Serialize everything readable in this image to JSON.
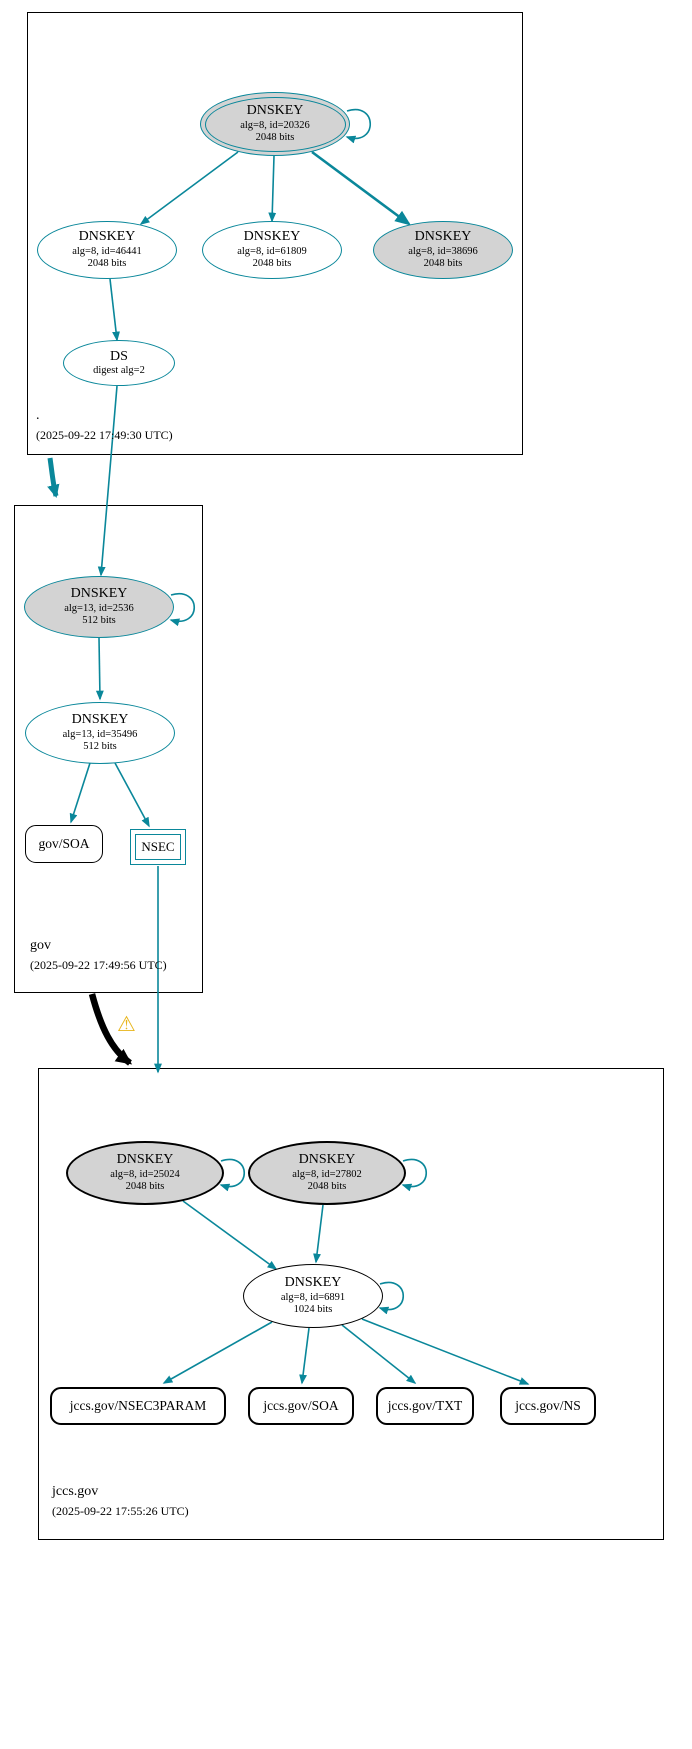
{
  "zones": {
    "root": {
      "label": ".",
      "timestamp": "(2025-09-22 17:49:30 UTC)",
      "nodes": {
        "ksk20326": {
          "title": "DNSKEY",
          "detail": "alg=8, id=20326",
          "bits": "2048 bits"
        },
        "zsk46441": {
          "title": "DNSKEY",
          "detail": "alg=8, id=46441",
          "bits": "2048 bits"
        },
        "zsk61809": {
          "title": "DNSKEY",
          "detail": "alg=8, id=61809",
          "bits": "2048 bits"
        },
        "ksk38696": {
          "title": "DNSKEY",
          "detail": "alg=8, id=38696",
          "bits": "2048 bits"
        },
        "ds": {
          "title": "DS",
          "detail": "digest alg=2"
        }
      }
    },
    "gov": {
      "label": "gov",
      "timestamp": "(2025-09-22 17:49:56 UTC)",
      "nodes": {
        "ksk2536": {
          "title": "DNSKEY",
          "detail": "alg=13, id=2536",
          "bits": "512 bits"
        },
        "zsk35496": {
          "title": "DNSKEY",
          "detail": "alg=13, id=35496",
          "bits": "512 bits"
        },
        "soa": {
          "title": "gov/SOA"
        },
        "nsec": {
          "title": "NSEC"
        }
      }
    },
    "jccs": {
      "label": "jccs.gov",
      "timestamp": "(2025-09-22 17:55:26 UTC)",
      "nodes": {
        "ksk25024": {
          "title": "DNSKEY",
          "detail": "alg=8, id=25024",
          "bits": "2048 bits"
        },
        "ksk27802": {
          "title": "DNSKEY",
          "detail": "alg=8, id=27802",
          "bits": "2048 bits"
        },
        "zsk6891": {
          "title": "DNSKEY",
          "detail": "alg=8, id=6891",
          "bits": "1024 bits"
        },
        "nsec3param": {
          "title": "jccs.gov/NSEC3PARAM"
        },
        "soa": {
          "title": "jccs.gov/SOA"
        },
        "txt": {
          "title": "jccs.gov/TXT"
        },
        "ns": {
          "title": "jccs.gov/NS"
        }
      }
    }
  },
  "icons": {
    "warning": "⚠"
  },
  "colors": {
    "secure": "#0a879a",
    "key_fill": "#d3d3d3",
    "warning": "#e8b51b",
    "insecure": "#000000"
  }
}
